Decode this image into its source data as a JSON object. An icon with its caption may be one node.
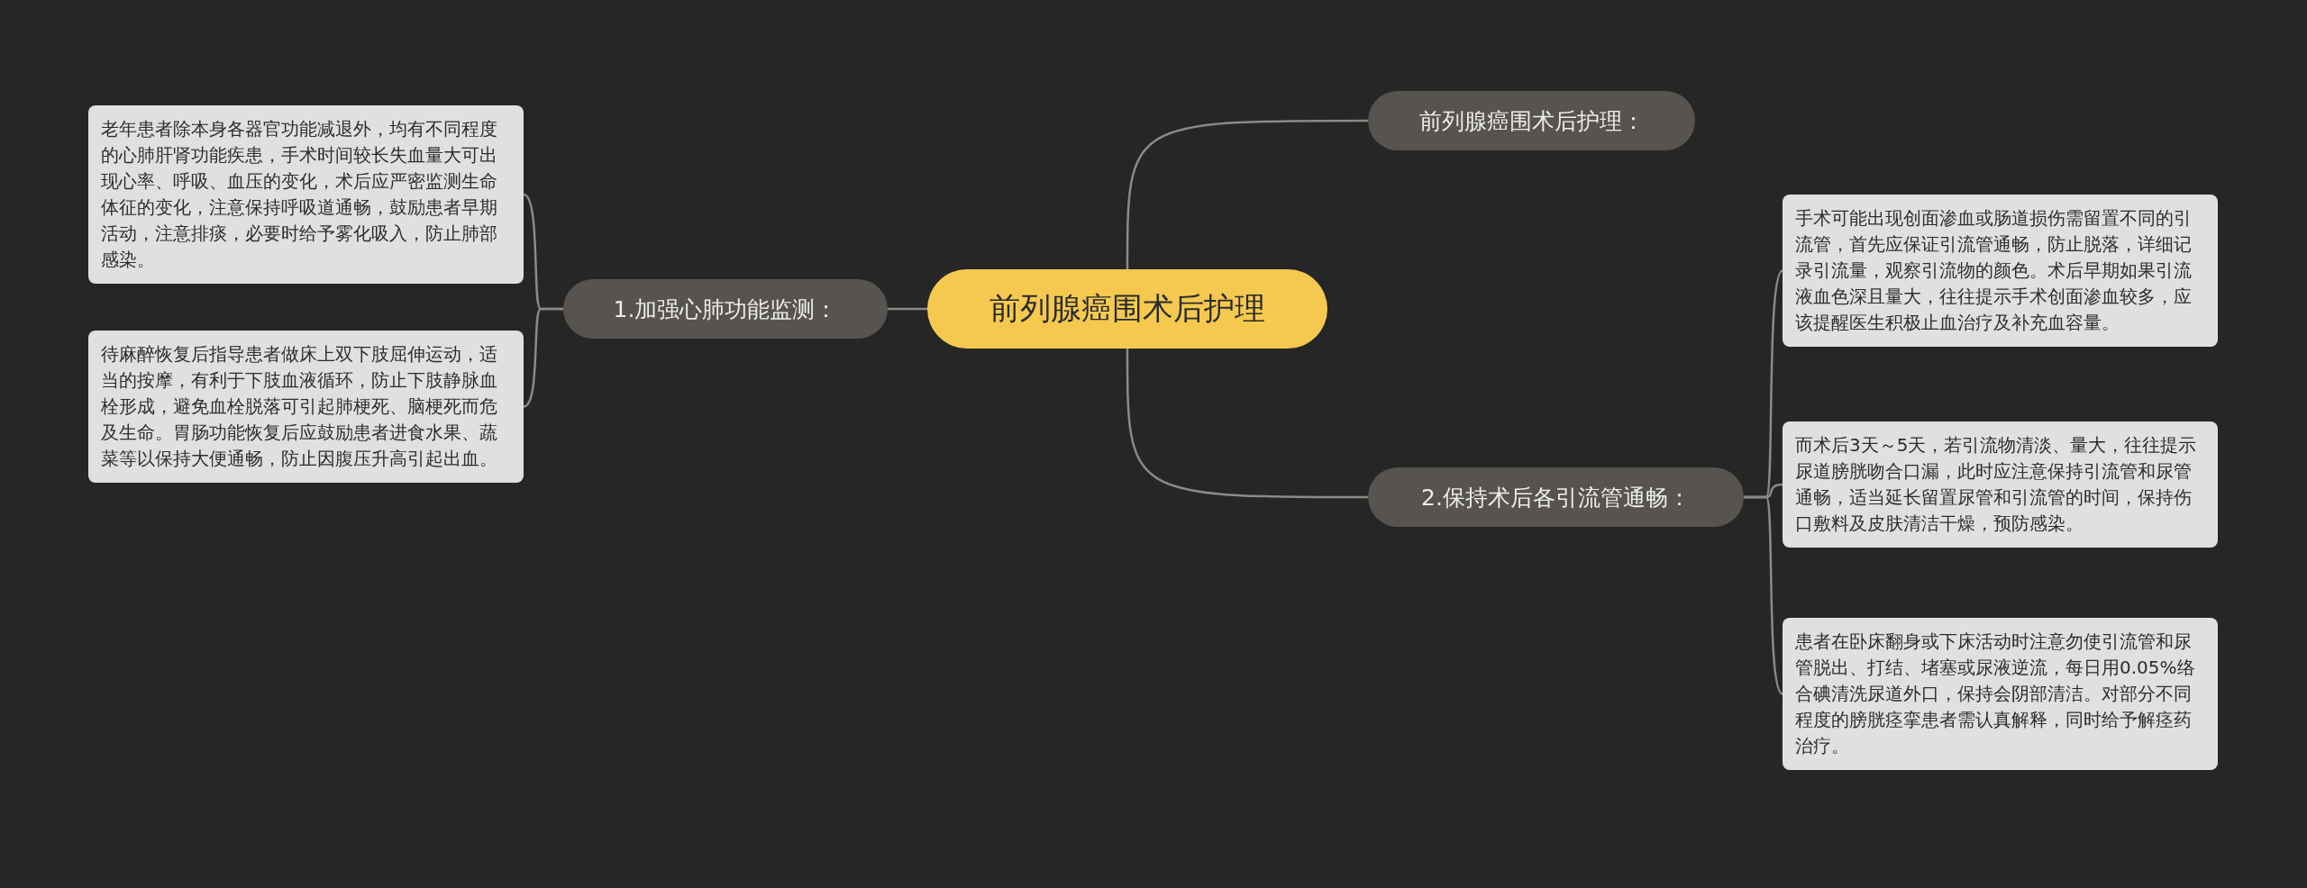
{
  "diagram": {
    "nodes": [
      {
        "text": [
          "前列腺癌围术后护理"
        ]
      },
      {
        "text": [
          "前列腺癌围术后护理："
        ]
      },
      {
        "text": [
          "1.加强心肺功能监测："
        ]
      },
      {
        "text": [
          "老年患者除本身各器官功能减退外，均有不同程度的心肺肝肾功能疾患，手术时间较长失血量大可出现心率、呼吸、血压的变化，术后应严密监测生命体征的变化，注意保持呼吸道通畅，鼓励患者早期活动，注意排痰，必要时给予雾化吸入，防止肺部感染。"
        ]
      },
      {
        "text": [
          "待麻醉恢复后指导患者做床上双下肢屈伸运动，适当的按摩，有利于下肢血液循环，防止下肢静脉血栓形成，避免血栓脱落可引起肺梗死、脑梗死而危及生命。胃肠功能恢复后应鼓励患者进食水果、蔬菜等以保持大便通畅，防止因腹压升高引起出血。"
        ]
      },
      {
        "text": [
          "2.保持术后各引流管通畅："
        ]
      },
      {
        "text": [
          "手术可能出现创面渗血或肠道损伤需留置不同的引流管，首先应保证引流管通畅，防止脱落，详细记录引流量，观察引流物的颜色。术后早期如果引流液血色深且量大，往往提示手术创面渗血较多，应该提醒医生积极止血治疗及补充血容量。"
        ]
      },
      {
        "text": [
          "而术后3天～5天，若引流物清淡、量大，往往提示尿道膀胱吻合口漏，此时应注意保持引流管和尿管通畅，适当延长留置尿管和引流管的时间，保持伤口敷料及皮肤清洁干燥，预防感染。"
        ]
      },
      {
        "text": [
          "患者在卧床翻身或下床活动时注意勿使引流管和尿管脱出、打结、堵塞或尿液逆流，每日用0.05%络合碘清洗尿道外口，保持会阴部清洁。对部分不同程度的膀胱痉挛患者需认真解释，同时给予解痉药治疗。"
        ]
      }
    ],
    "edges": [
      {
        "from": 0,
        "to": 1,
        "arrow": "none"
      },
      {
        "from": 0,
        "to": 2,
        "arrow": "none"
      },
      {
        "from": 2,
        "to": 3,
        "arrow": "none"
      },
      {
        "from": 2,
        "to": 4,
        "arrow": "none"
      },
      {
        "from": 0,
        "to": 5,
        "arrow": "none"
      },
      {
        "from": 5,
        "to": 6,
        "arrow": "none"
      },
      {
        "from": 5,
        "to": 7,
        "arrow": "none"
      },
      {
        "from": 5,
        "to": 8,
        "arrow": "none"
      }
    ]
  }
}
